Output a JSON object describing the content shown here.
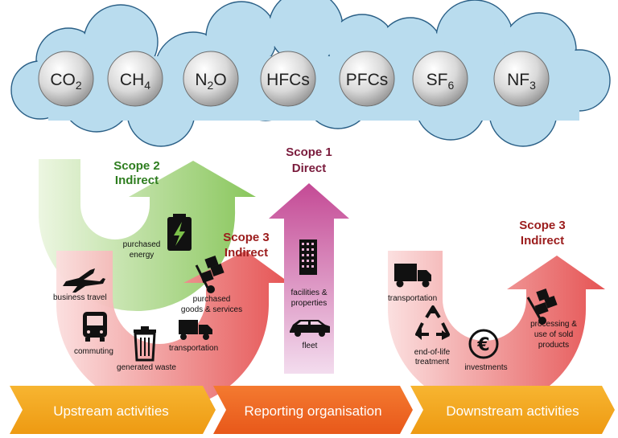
{
  "gases": [
    {
      "base": "CO",
      "sub": "2"
    },
    {
      "base": "CH",
      "sub": "4"
    },
    {
      "base": "N",
      "sub": "2",
      "suffix": "O"
    },
    {
      "base": "HFCs",
      "sub": ""
    },
    {
      "base": "PFCs",
      "sub": ""
    },
    {
      "base": "SF",
      "sub": "6"
    },
    {
      "base": "NF",
      "sub": "3"
    }
  ],
  "scopes": {
    "scope2": {
      "line1": "Scope 2",
      "line2": "Indirect",
      "color": "#2e7d1f"
    },
    "scope1": {
      "line1": "Scope 1",
      "line2": "Direct",
      "color": "#7a1b3c"
    },
    "scope3_up": {
      "line1": "Scope 3",
      "line2": "Indirect",
      "color": "#9b1c1c"
    },
    "scope3_down": {
      "line1": "Scope 3",
      "line2": "Indirect",
      "color": "#9b1c1c"
    }
  },
  "labels": {
    "purchased_energy": [
      "purchased",
      "energy"
    ],
    "business_travel": "business travel",
    "purchased_goods": [
      "purchased",
      "goods & services"
    ],
    "commuting": "commuting",
    "transportation_up": "transportation",
    "generated_waste": "generated waste",
    "facilities": [
      "facilities &",
      "properties"
    ],
    "fleet": "fleet",
    "transportation_down": "transportation",
    "end_of_life": [
      "end-of-life",
      "treatment"
    ],
    "investments": "investments",
    "processing": [
      "processing &",
      "use of sold",
      "products"
    ]
  },
  "banners": {
    "upstream": "Upstream activities",
    "reporting": "Reporting organisation",
    "downstream": "Downstream activities"
  },
  "icons": {
    "euro": "€"
  }
}
